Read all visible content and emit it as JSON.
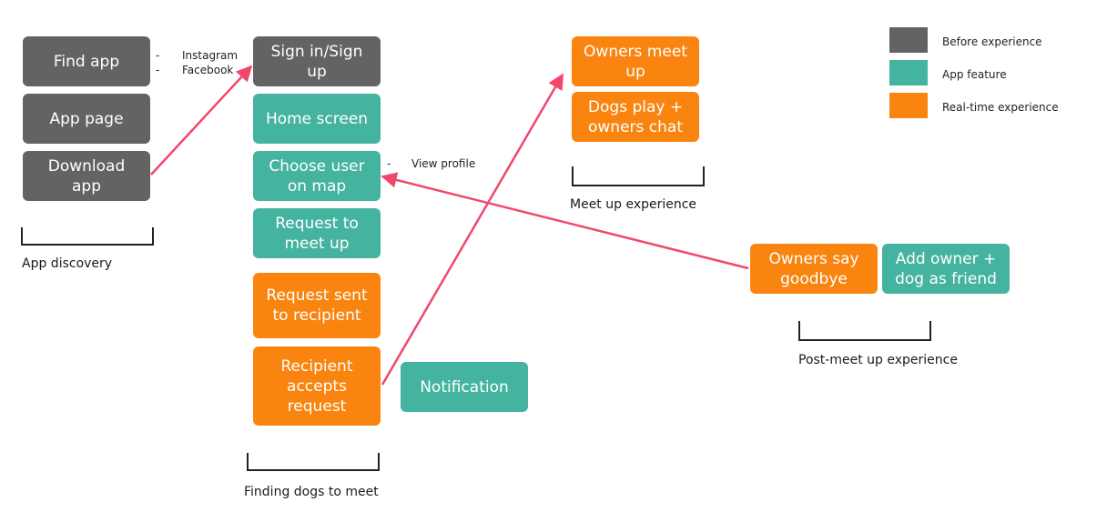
{
  "colors": {
    "before": "#636363",
    "feature": "#44b3a0",
    "realtime": "#f98510",
    "arrow": "#f2476d"
  },
  "nodes": {
    "find_app": "Find app",
    "app_page": "App page",
    "download_app": "Download\napp",
    "sign_in": "Sign in/Sign\nup",
    "home_screen": "Home screen",
    "choose_user": "Choose user\non map",
    "request_meet": "Request to\nmeet up",
    "request_sent": "Request sent\nto recipient",
    "recipient_accepts": "Recipient\naccepts\nrequest",
    "notification": "Notification",
    "owners_meet": "Owners meet\nup",
    "dogs_play": "Dogs play +\nowners chat",
    "owners_goodbye": "Owners say\ngoodbye",
    "add_friend": "Add owner +\ndog as friend"
  },
  "notes": {
    "instagram": "Instagram",
    "facebook": "Facebook",
    "view_profile": "View profile",
    "dash": "-"
  },
  "captions": {
    "app_discovery": "App discovery",
    "finding_dogs": "Finding dogs to meet",
    "meet_up": "Meet up experience",
    "post_meet": "Post-meet up experience"
  },
  "legend": {
    "before": "Before experience",
    "feature": "App feature",
    "realtime": "Real-time experience"
  }
}
